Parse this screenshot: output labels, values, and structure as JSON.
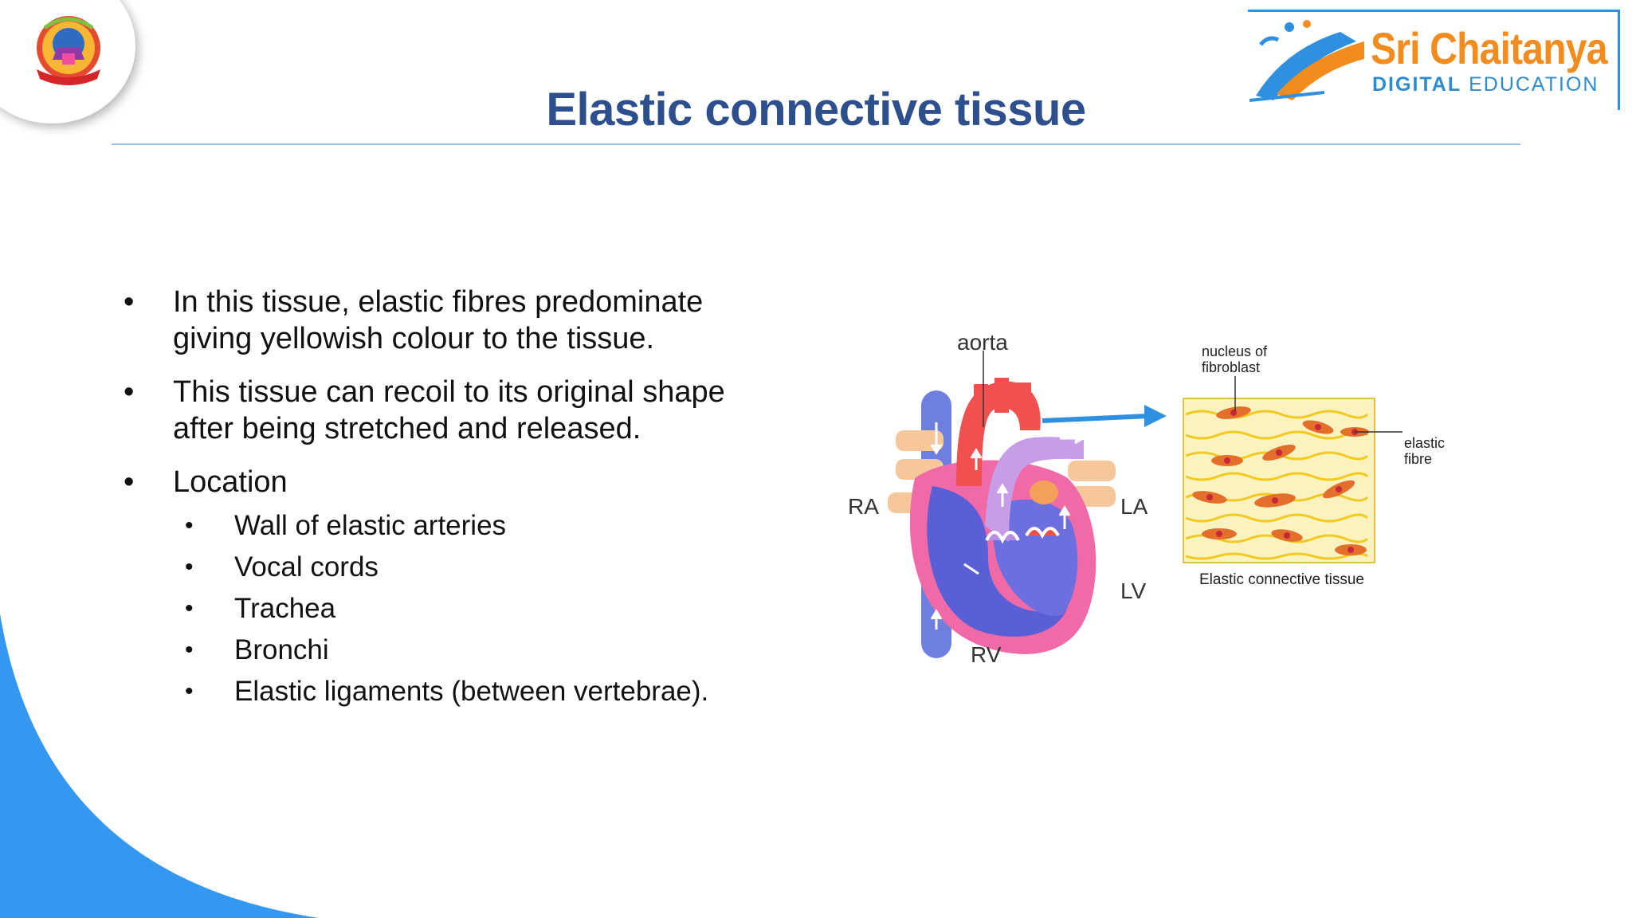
{
  "header": {
    "title": "Elastic connective tissue",
    "brand": {
      "name": "Sri Chaitanya",
      "sub_bold": "DIGITAL",
      "sub_light": "EDUCATION"
    }
  },
  "bullets": [
    {
      "lines": [
        "In this tissue, elastic fibres predominate",
        "giving yellowish colour to the tissue."
      ]
    },
    {
      "lines": [
        "This tissue can recoil to its original shape",
        "after being stretched and released."
      ]
    },
    {
      "lines": [
        "Location"
      ]
    }
  ],
  "locations": [
    "Wall of elastic arteries",
    "Vocal cords",
    "Trachea",
    "Bronchi",
    "Elastic ligaments (between vertebrae)."
  ],
  "diagram": {
    "heart_labels": {
      "aorta": "aorta",
      "ra": "RA",
      "la": "LA",
      "lv": "LV",
      "rv": "RV"
    },
    "tissue_labels": {
      "nucleus_line1": "nucleus of",
      "nucleus_line2": "fibroblast",
      "fibre_line1": "elastic",
      "fibre_line2": "fibre",
      "caption": "Elastic connective tissue"
    }
  },
  "colors": {
    "title": "#2d4f8e",
    "accent_blue": "#2f8fe0",
    "brand_orange": "#f28c1e"
  }
}
